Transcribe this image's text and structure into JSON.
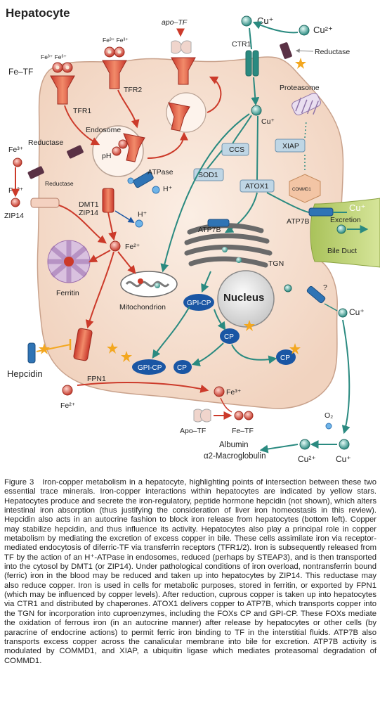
{
  "title": "Hepatocyte",
  "labels": {
    "fe_tf": "Fe–TF",
    "fe3_pair": "Fe³⁺ Fe³⁺",
    "apo_tf_top": "apo–TF",
    "tfr1": "TFR1",
    "tfr2": "TFR2",
    "ctr1": "CTR1",
    "cu_plus": "Cu⁺",
    "cu_2plus": "Cu²⁺",
    "reductase": "Reductase",
    "endosome": "Endosome",
    "ph": "pH",
    "atpase": "ATPase",
    "h_plus": "H⁺",
    "dmt1_zip14": [
      "DMT1",
      "ZIP14"
    ],
    "fe3": "Fe³⁺",
    "fe2": "Fe²⁺",
    "zip14": "ZIP14",
    "ferritin": "Ferritin",
    "mitochondrion": "Mitochondrion",
    "ccs": "CCS",
    "sod1": "SOD1",
    "atox1": "ATOX1",
    "xiap": "XIAP",
    "proteasome": "Proteasome",
    "commd1": "COMMD1",
    "atp7b": "ATP7B",
    "tgn": "TGN",
    "nucleus": "Nucleus",
    "gpi_cp": "GPI-CP",
    "cp": "CP",
    "excretion": "Excretion",
    "bile_duct": "Bile Duct",
    "question": "?",
    "fpn1": "FPN1",
    "hepcidin": "Hepcidin",
    "apo_tf": "Apo–TF",
    "fe_tf_bottom": "Fe–TF",
    "o2": "O₂",
    "albumin": "Albumin",
    "macroglobulin": "α2-Macroglobulin"
  },
  "colors": {
    "cell_fill": "#f6dfd0",
    "cell_border": "#c9a28c",
    "iron_red": "#cc3a2a",
    "copper_teal": "#2a8a80",
    "cp_blue": "#1a56a4",
    "star": "#f3a71f",
    "bile_green": "#c2d57a"
  },
  "caption": {
    "figure_label": "Figure 3",
    "text": "Iron-copper metabolism in a hepatocyte, highlighting points of intersection between these two essential trace minerals. Iron-copper interactions within hepatocytes are indicated by yellow stars. Hepatocytes produce and secrete the iron-regulatory, peptide hormone hepcidin (not shown), which alters intestinal iron absorption (thus justifying the consideration of liver iron homeostasis in this review). Hepcidin also acts in an autocrine fashion to block iron release from hepatocytes (bottom left). Copper may stabilize hepcidin, and thus influence its activity. Hepatocytes also play a principal role in copper metabolism by mediating the excretion of excess copper in bile. These cells assimilate iron via receptor-mediated endocytosis of diferric-TF via transferrin receptors (TFR1/2). Iron is subsequently released from TF by the action of an H⁺-ATPase in endosomes, reduced (perhaps by STEAP3), and is then transported into the cytosol by DMT1 (or ZIP14). Under pathological conditions of iron overload, nontransferrin bound (ferric) iron in the blood may be reduced and taken up into hepatocytes by ZIP14. This reductase may also reduce copper. Iron is used in cells for metabolic purposes, stored in ferritin, or exported by FPN1 (which may be influenced by copper levels). After reduction, cuprous copper is taken up into hepatocytes via CTR1 and distributed by chaperones. ATOX1 delivers copper to ATP7B, which transports copper into the TGN for incorporation into cuproenzymes, including the FOXs CP and GPI-CP. These FOXs mediate the oxidation of ferrous iron (in an autocrine manner) after release by hepatocytes or other cells (by paracrine of endocrine actions) to permit ferric iron binding to TF in the interstitial fluids. ATP7B also transports excess copper across the canalicular membrane into bile for excretion. ATP7B activity is modulated by COMMD1, and XIAP, a ubiquitin ligase which mediates proteasomal degradation of COMMD1."
  }
}
